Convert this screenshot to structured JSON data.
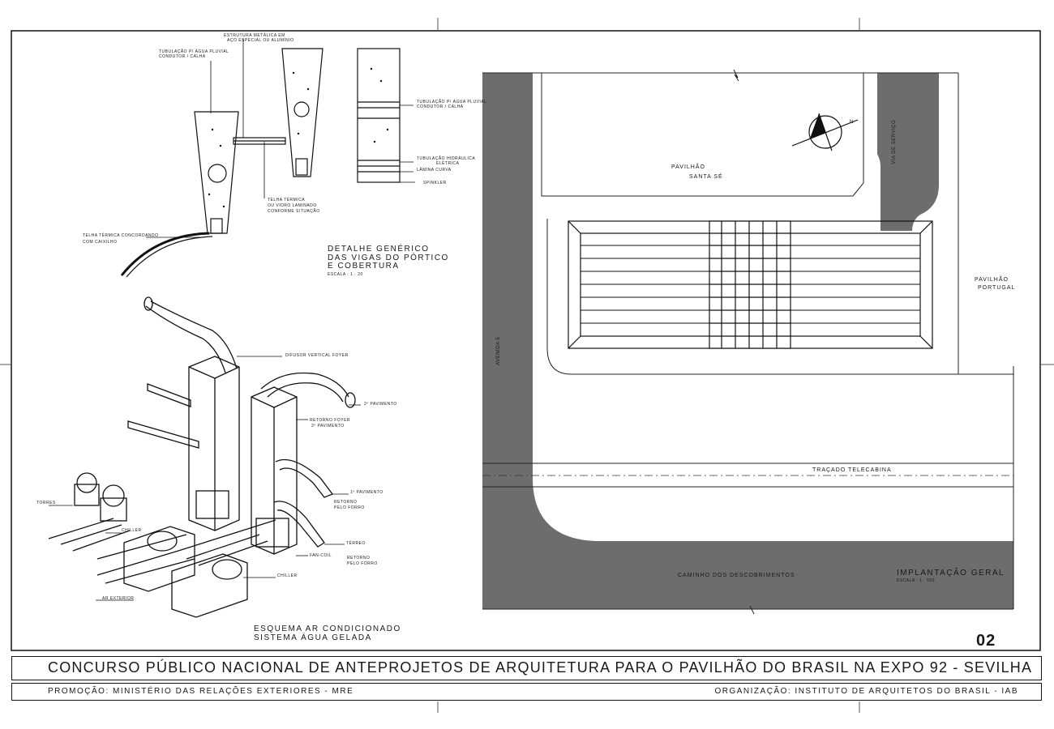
{
  "sheet": {
    "number": "02",
    "title": "CONCURSO PÚBLICO NACIONAL DE ANTEPROJETOS DE ARQUITETURA PARA O PAVILHÃO DO BRASIL NA EXPO 92 - SEVILHA",
    "promotion": "PROMOÇÃO:  MINISTÉRIO  DAS RELAÇÕES EXTERIORES - MRE",
    "organization": "ORGANIZAÇÃO: INSTITUTO DE ARQUITETOS DO BRASIL - IAB"
  },
  "detail": {
    "title_1": "DETALHE GENÉRICO",
    "title_2": "DAS VIGAS DO PÓRTICO",
    "title_3": "E COBERTURA",
    "scale": "ESCALA : 1 : 20",
    "labels": {
      "structure_1": "ESTRUTURA METÁLICA EM",
      "structure_2": "AÇO ESPECIAL OU ALUMÍNIO",
      "rain_pipe_1": "TUBULAÇÃO P/ ÁGUA PLUVIAL",
      "rain_pipe_2": "CONDUTOR / CALHA",
      "rain_pipe_b_1": "TUBULAÇÃO P/ ÁGUA PLUVIAL",
      "rain_pipe_b_2": "CONDUTOR / CALHA",
      "hydraulic_1": "TUBULAÇÃO HIDRÁULICA",
      "hydraulic_2": "ELÉTRICA",
      "lamina": "LÂMINA CURVA",
      "sprinkler": "SPINKLER",
      "tile_1": "TELHA TÉRMICA",
      "tile_2": "OU VIDRO LAMINADO",
      "tile_3": "CONFORME SITUAÇÃO",
      "curved_tile_1": "TELHA TÉRMICA CONCORDANDO",
      "curved_tile_2": "COM CAIXILHO"
    }
  },
  "ac": {
    "title_1": "ESQUEMA AR CONDICIONADO",
    "title_2": "SISTEMA ÁGUA GELADA",
    "labels": {
      "diffuser": "DIFUSOR VERTICAL FOYER",
      "floor2": "2º PAVIMENTO",
      "return_foyer_1": "RETORNO FOYER",
      "return_foyer_2": "2º PAVIMENTO",
      "floor1": "1º PAVIMENTO",
      "return_ceiling_1": "RETORNO",
      "return_ceiling_2": "PELO FORRO",
      "ground": "TÉRREO",
      "return_ground_1": "RETORNO",
      "return_ground_2": "PELO FORRO",
      "fancoil": "FAN-COIL",
      "towers": "TORRES",
      "chiller_a": "CHILLER",
      "chiller_b": "CHILLER",
      "outside_air": "AR EXTERIOR"
    }
  },
  "site": {
    "title": "IMPLANTAÇÃO GERAL",
    "scale": "ESCALA : 1 : 500",
    "pavilion_santa_se_1": "PAVILHÃO",
    "pavilion_santa_se_2": "SANTA SÉ",
    "pavilion_portugal_1": "PAVILHÃO",
    "pavilion_portugal_2": "PORTUGAL",
    "service_road": "VIA DE SERVIÇO",
    "avenue": "AVENIDA 5",
    "telecabina": "TRAÇADO  TELECABINA",
    "caminho": "CAMINHO  DOS  DESCOBRIMENTOS",
    "north": "N"
  },
  "colors": {
    "ink": "#1a1a1a",
    "road": "#6a6a6a",
    "paper": "#ffffff"
  }
}
